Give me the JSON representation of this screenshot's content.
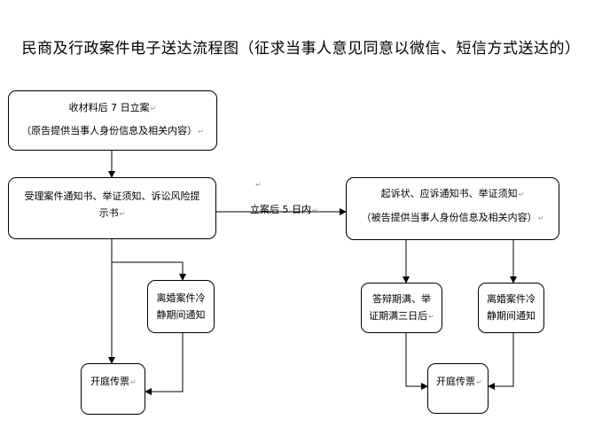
{
  "title": "民商及行政案件电子送达流程图（征求当事人意见同意以微信、短信方式送达的）",
  "edit_mark": "↵",
  "boxes": {
    "receive": {
      "line1": "收材料后 7 日立案",
      "line2": "（原告提供当事人身份信息及相关内容）"
    },
    "accept": {
      "line1": "受理案件通知书、举证须知、诉讼风险提",
      "line2": "示书"
    },
    "complaint": {
      "line1": "起诉状、应诉通知书、举证须知",
      "line2": "（被告提供当事人身份信息及相关内容）"
    },
    "cooling_left": {
      "line1": "离婚案件冷",
      "line2": "静期间通知"
    },
    "defense_expire": {
      "line1": "答辩期满、举",
      "line2": "证期满三日后"
    },
    "cooling_right": {
      "line1": "离婚案件冷",
      "line2": "静期间通知"
    },
    "hearing_left": {
      "line1": "开庭传票"
    },
    "hearing_right": {
      "line1": "开庭传票"
    }
  },
  "edges": {
    "filing_label": "立案后 5 日内"
  }
}
